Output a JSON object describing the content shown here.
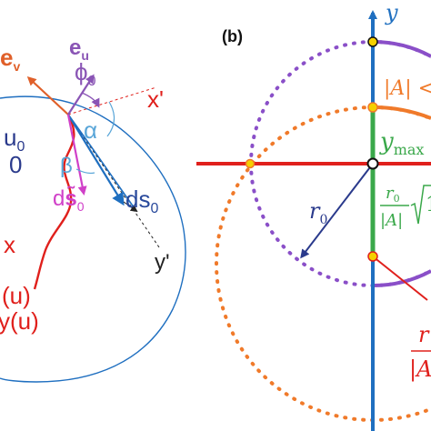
{
  "panel_a": {
    "label_ev": "e",
    "label_ev_sub": "v",
    "label_eu": "e",
    "label_eu_sub": "u",
    "label_phi0": "ϕ",
    "label_phi0_sub": "0",
    "label_xprime": "x'",
    "label_alpha": "α",
    "label_u0": "u",
    "label_u0_sub": "0",
    "label_zero": "0",
    "label_beta": "β",
    "label_ds_tilde": "d",
    "label_ds_tilde_s": "s̃",
    "label_ds_tilde_sub": "0",
    "label_ds0": "ds",
    "label_ds0_sub": "0",
    "label_x": "x",
    "label_yprime": "y'",
    "label_xu": "(u)",
    "label_yu": "y(u)"
  },
  "panel_b": {
    "panel_label": "(b)",
    "axis_y": "y",
    "label_abs_a": "|A| <",
    "label_ymax": "y",
    "label_ymax_sub": "max",
    "label_r0": "r",
    "label_r0_sub": "0",
    "frac_num": "r",
    "frac_num_sub": "0",
    "frac_den": "|A|",
    "sqrt_tail": "1",
    "frac2_num": "r",
    "frac2_den": "|A"
  },
  "colors": {
    "red": "#e0201c",
    "blue": "#1f6fc0",
    "purple": "#8a4fc8",
    "orange": "#f07a2a",
    "green": "#3aa84a",
    "navy": "#2a3a8c",
    "magenta": "#d040c8",
    "eu_purple": "#8a55b5",
    "ev_orange": "#e0602a",
    "yellow": "#f5d000"
  }
}
